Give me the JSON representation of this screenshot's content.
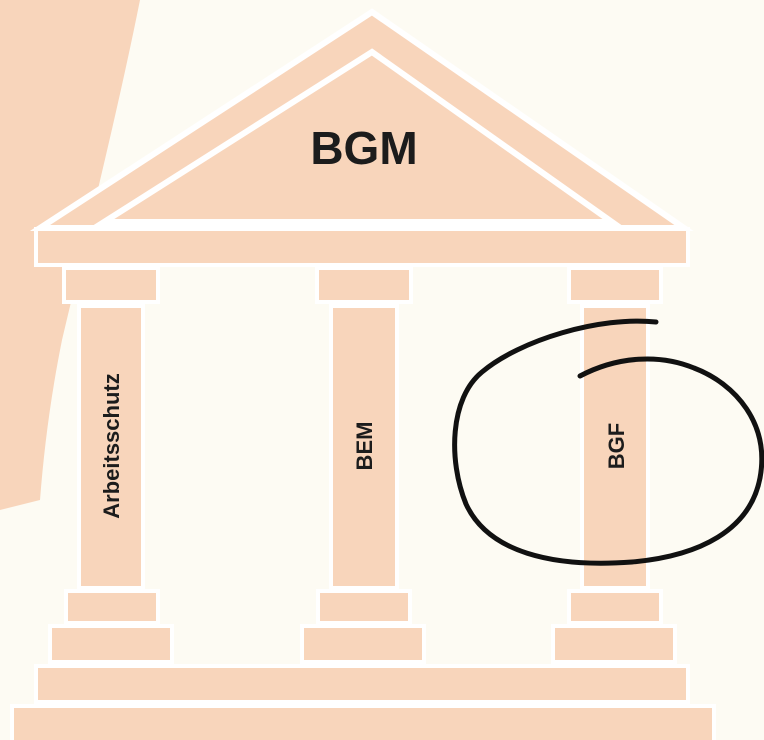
{
  "diagram": {
    "roof_label": "BGM",
    "pillars": [
      {
        "label": "Arbeitsschutz"
      },
      {
        "label": "BEM"
      },
      {
        "label": "BGF",
        "highlighted": true
      }
    ]
  },
  "colors": {
    "background": "#fdfbf3",
    "structure_fill": "#f8d5bb",
    "outline": "#ffffff",
    "text": "#1c1c1c",
    "circle_mark": "#111111"
  }
}
